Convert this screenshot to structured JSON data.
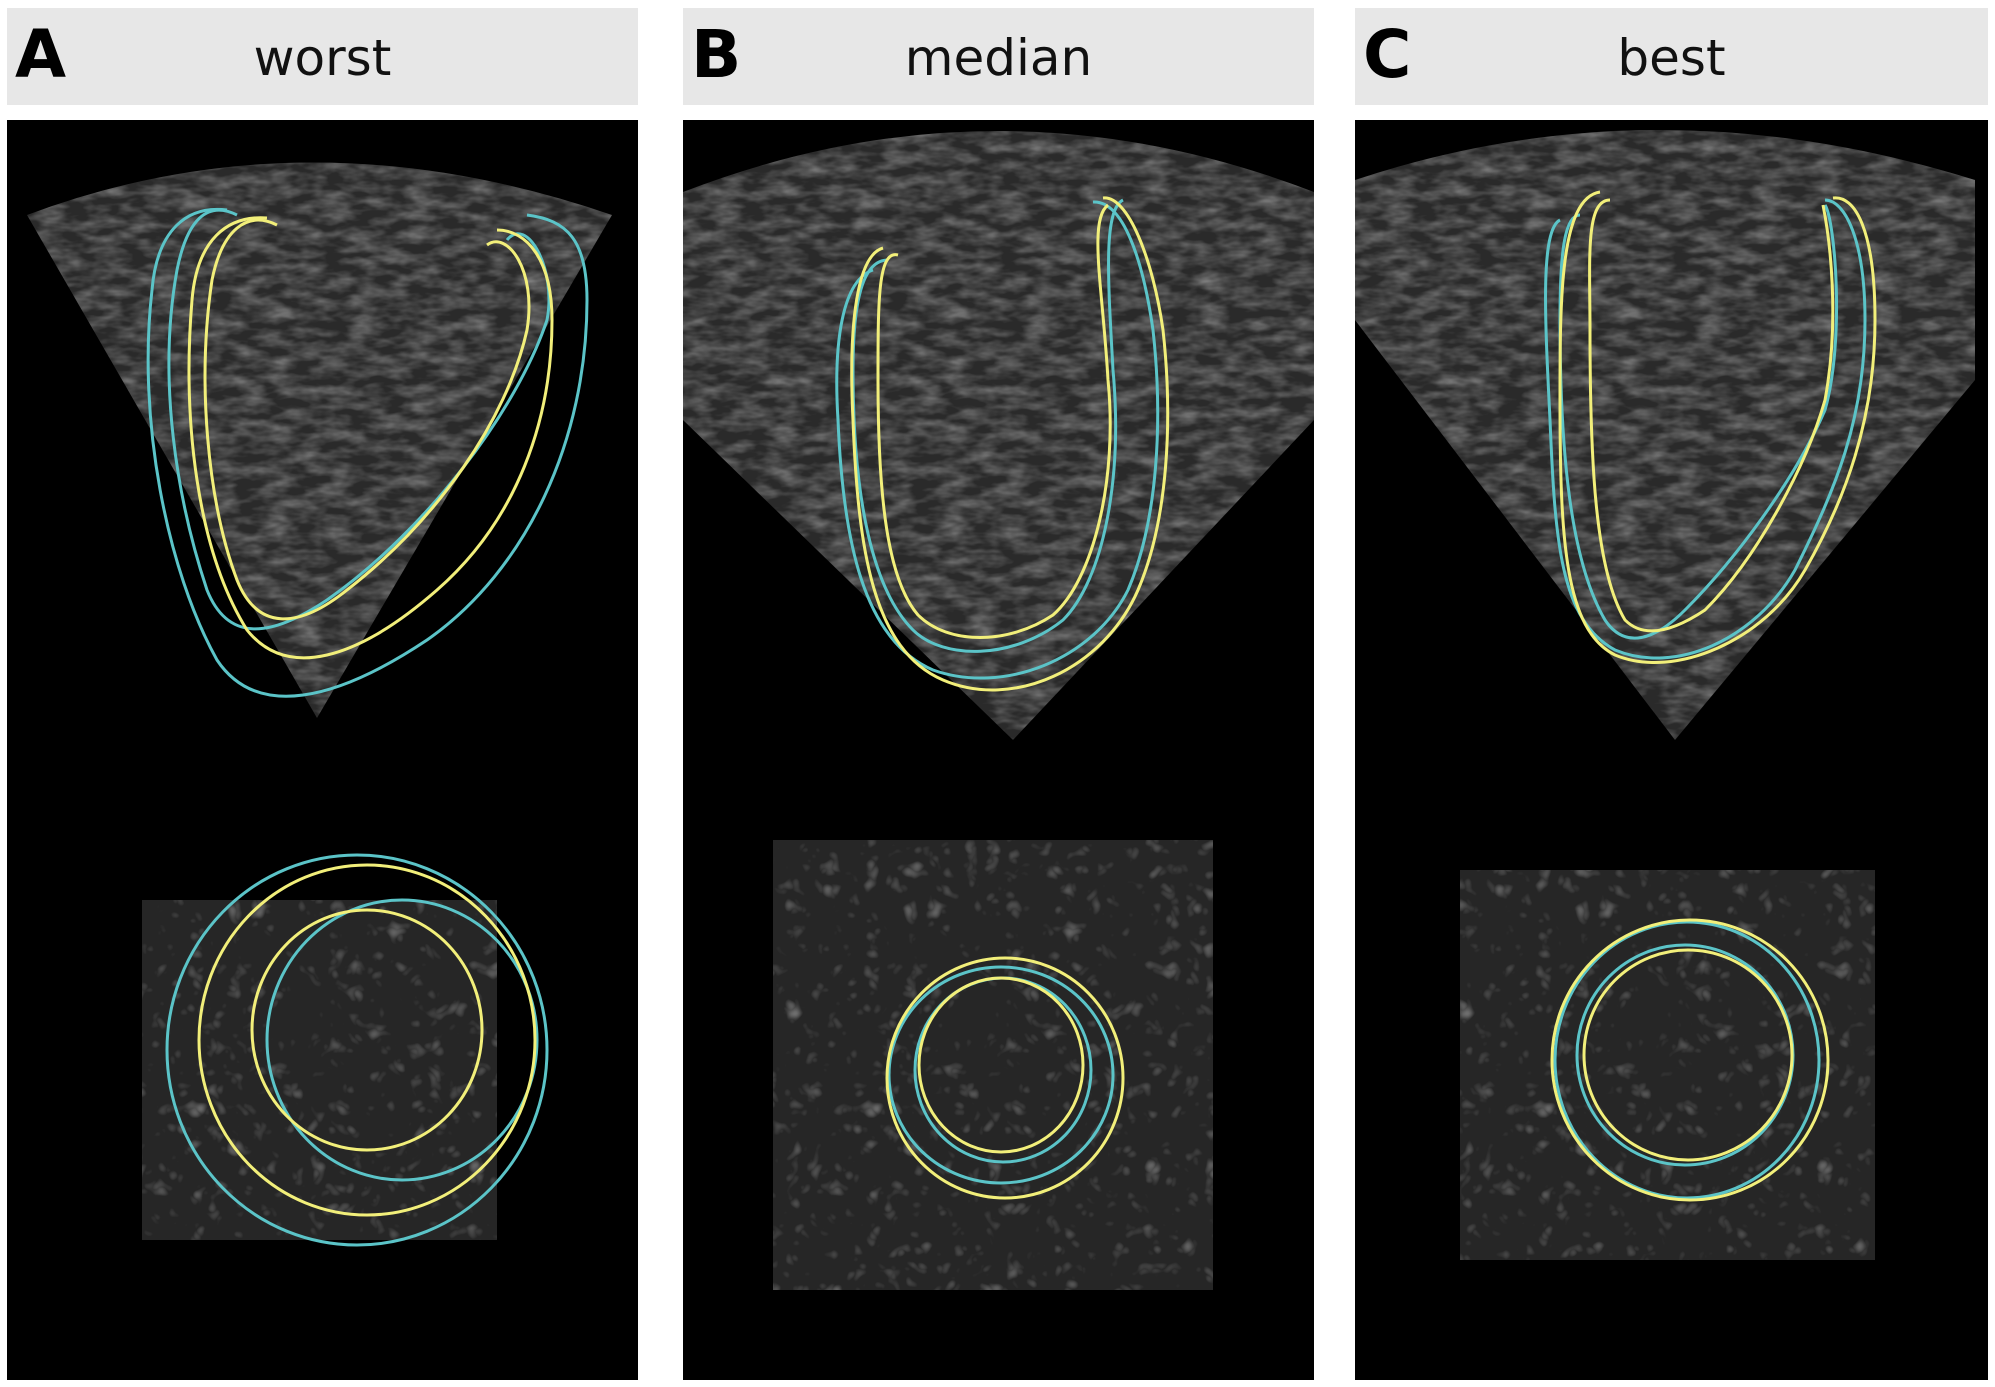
{
  "panels": [
    {
      "letter": "A",
      "title": "worst"
    },
    {
      "letter": "B",
      "title": "median"
    },
    {
      "letter": "C",
      "title": "best"
    }
  ],
  "colors": {
    "background": "#000000",
    "header": "#e7e7e7",
    "reference_contour": "#5bc4c8",
    "predicted_contour": "#f2ef7a"
  }
}
